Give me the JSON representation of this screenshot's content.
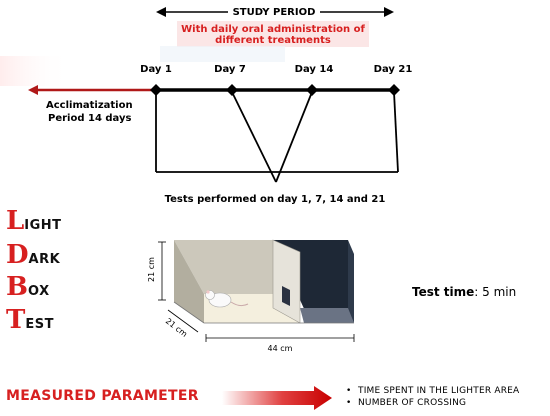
{
  "study_period_label": "STUDY PERIOD",
  "treatment_note": {
    "line1": "With daily oral administration  of",
    "line2": "different treatments"
  },
  "timeline": {
    "day_labels": [
      "Day 1",
      "Day 7",
      "Day 14",
      "Day 21"
    ],
    "acclimatization": {
      "line1": "Acclimatization",
      "line2": "Period 14 days"
    },
    "tests_note": "Tests performed on day 1, 7, 14 and 21"
  },
  "ldbt": [
    {
      "letter": "L",
      "rest": "IGHT"
    },
    {
      "letter": "D",
      "rest": "ARK"
    },
    {
      "letter": "B",
      "rest": "OX"
    },
    {
      "letter": "T",
      "rest": "EST"
    }
  ],
  "box_dimensions": {
    "height": "21 cm",
    "depth": "21 cm",
    "width": "44 cm"
  },
  "test_time": {
    "label": "Test time",
    "value": ": 5 min"
  },
  "measured_parameter": {
    "label": "MEASURED PARAMETER",
    "items": [
      "TIME SPENT IN THE LIGHTER AREA",
      "NUMBER OF CROSSING"
    ]
  },
  "colors": {
    "accent_red": "#d72020",
    "dark_red": "#b01818"
  }
}
